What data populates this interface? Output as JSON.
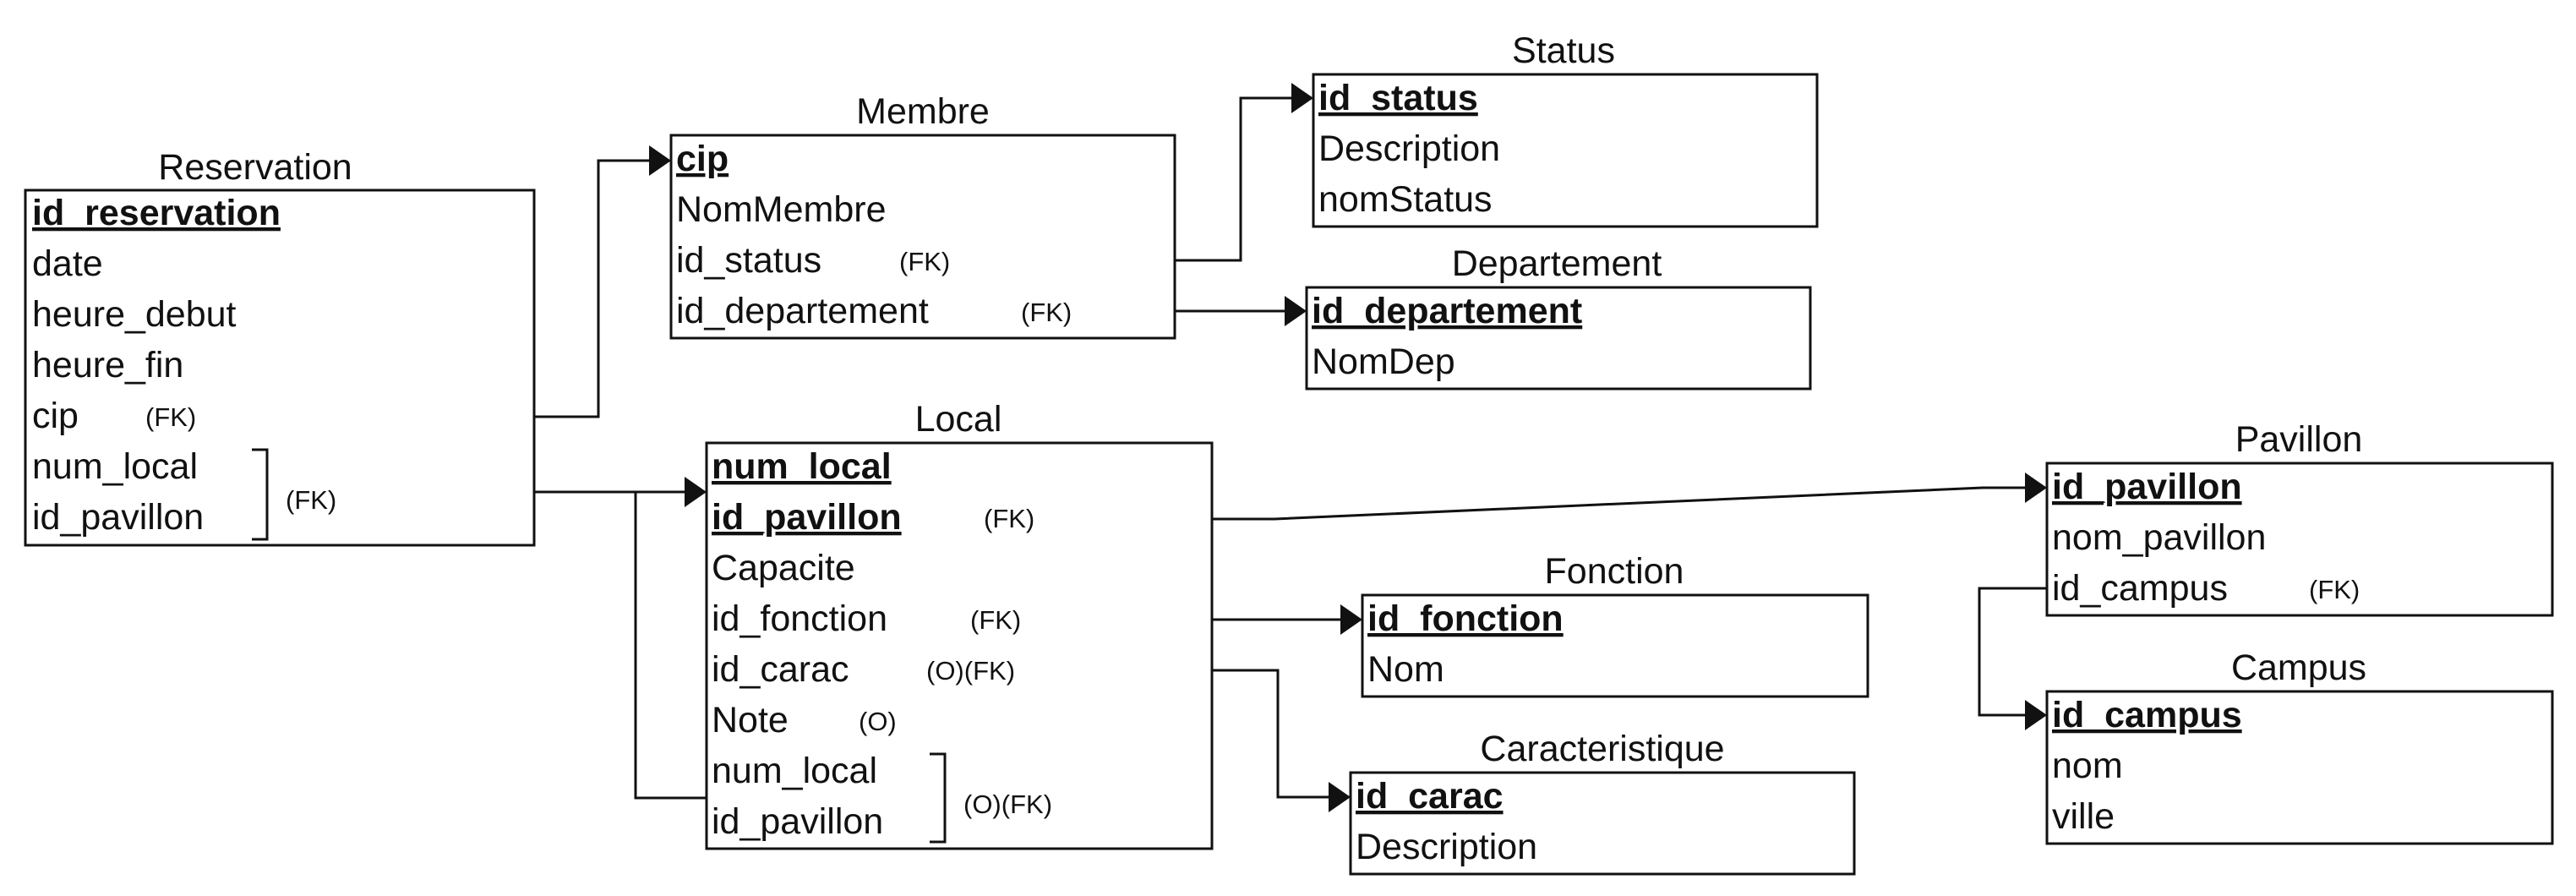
{
  "entities": {
    "reservation": {
      "title": "Reservation",
      "fields": [
        "id_reservation",
        "date",
        "heure_debut",
        "heure_fin",
        "cip",
        "num_local",
        "id_pavillon"
      ],
      "tags": [
        "(FK)",
        "(FK)"
      ]
    },
    "membre": {
      "title": "Membre",
      "fields": [
        "cip",
        "NomMembre",
        "id_status",
        "id_departement"
      ],
      "tags": [
        "(FK)",
        "(FK)"
      ]
    },
    "status": {
      "title": "Status",
      "fields": [
        "id_status",
        "Description",
        "nomStatus"
      ]
    },
    "departement": {
      "title": "Departement",
      "fields": [
        "id_departement",
        "NomDep"
      ]
    },
    "local": {
      "title": "Local",
      "fields": [
        "num_local",
        "id_pavillon",
        "Capacite",
        "id_fonction",
        "id_carac",
        "Note",
        "num_local",
        "id_pavillon"
      ],
      "tags": [
        "(FK)",
        "(FK)",
        "(O)(FK)",
        "(O)",
        "(O)(FK)"
      ]
    },
    "fonction": {
      "title": "Fonction",
      "fields": [
        "id_fonction",
        "Nom"
      ]
    },
    "caracteristique": {
      "title": "Caracteristique",
      "fields": [
        "id_carac",
        "Description"
      ]
    },
    "pavillon": {
      "title": "Pavillon",
      "fields": [
        "id_pavillon",
        "nom_pavillon",
        "id_campus"
      ],
      "tags": [
        "(FK)"
      ]
    },
    "campus": {
      "title": "Campus",
      "fields": [
        "id_campus",
        "nom",
        "ville"
      ]
    }
  }
}
